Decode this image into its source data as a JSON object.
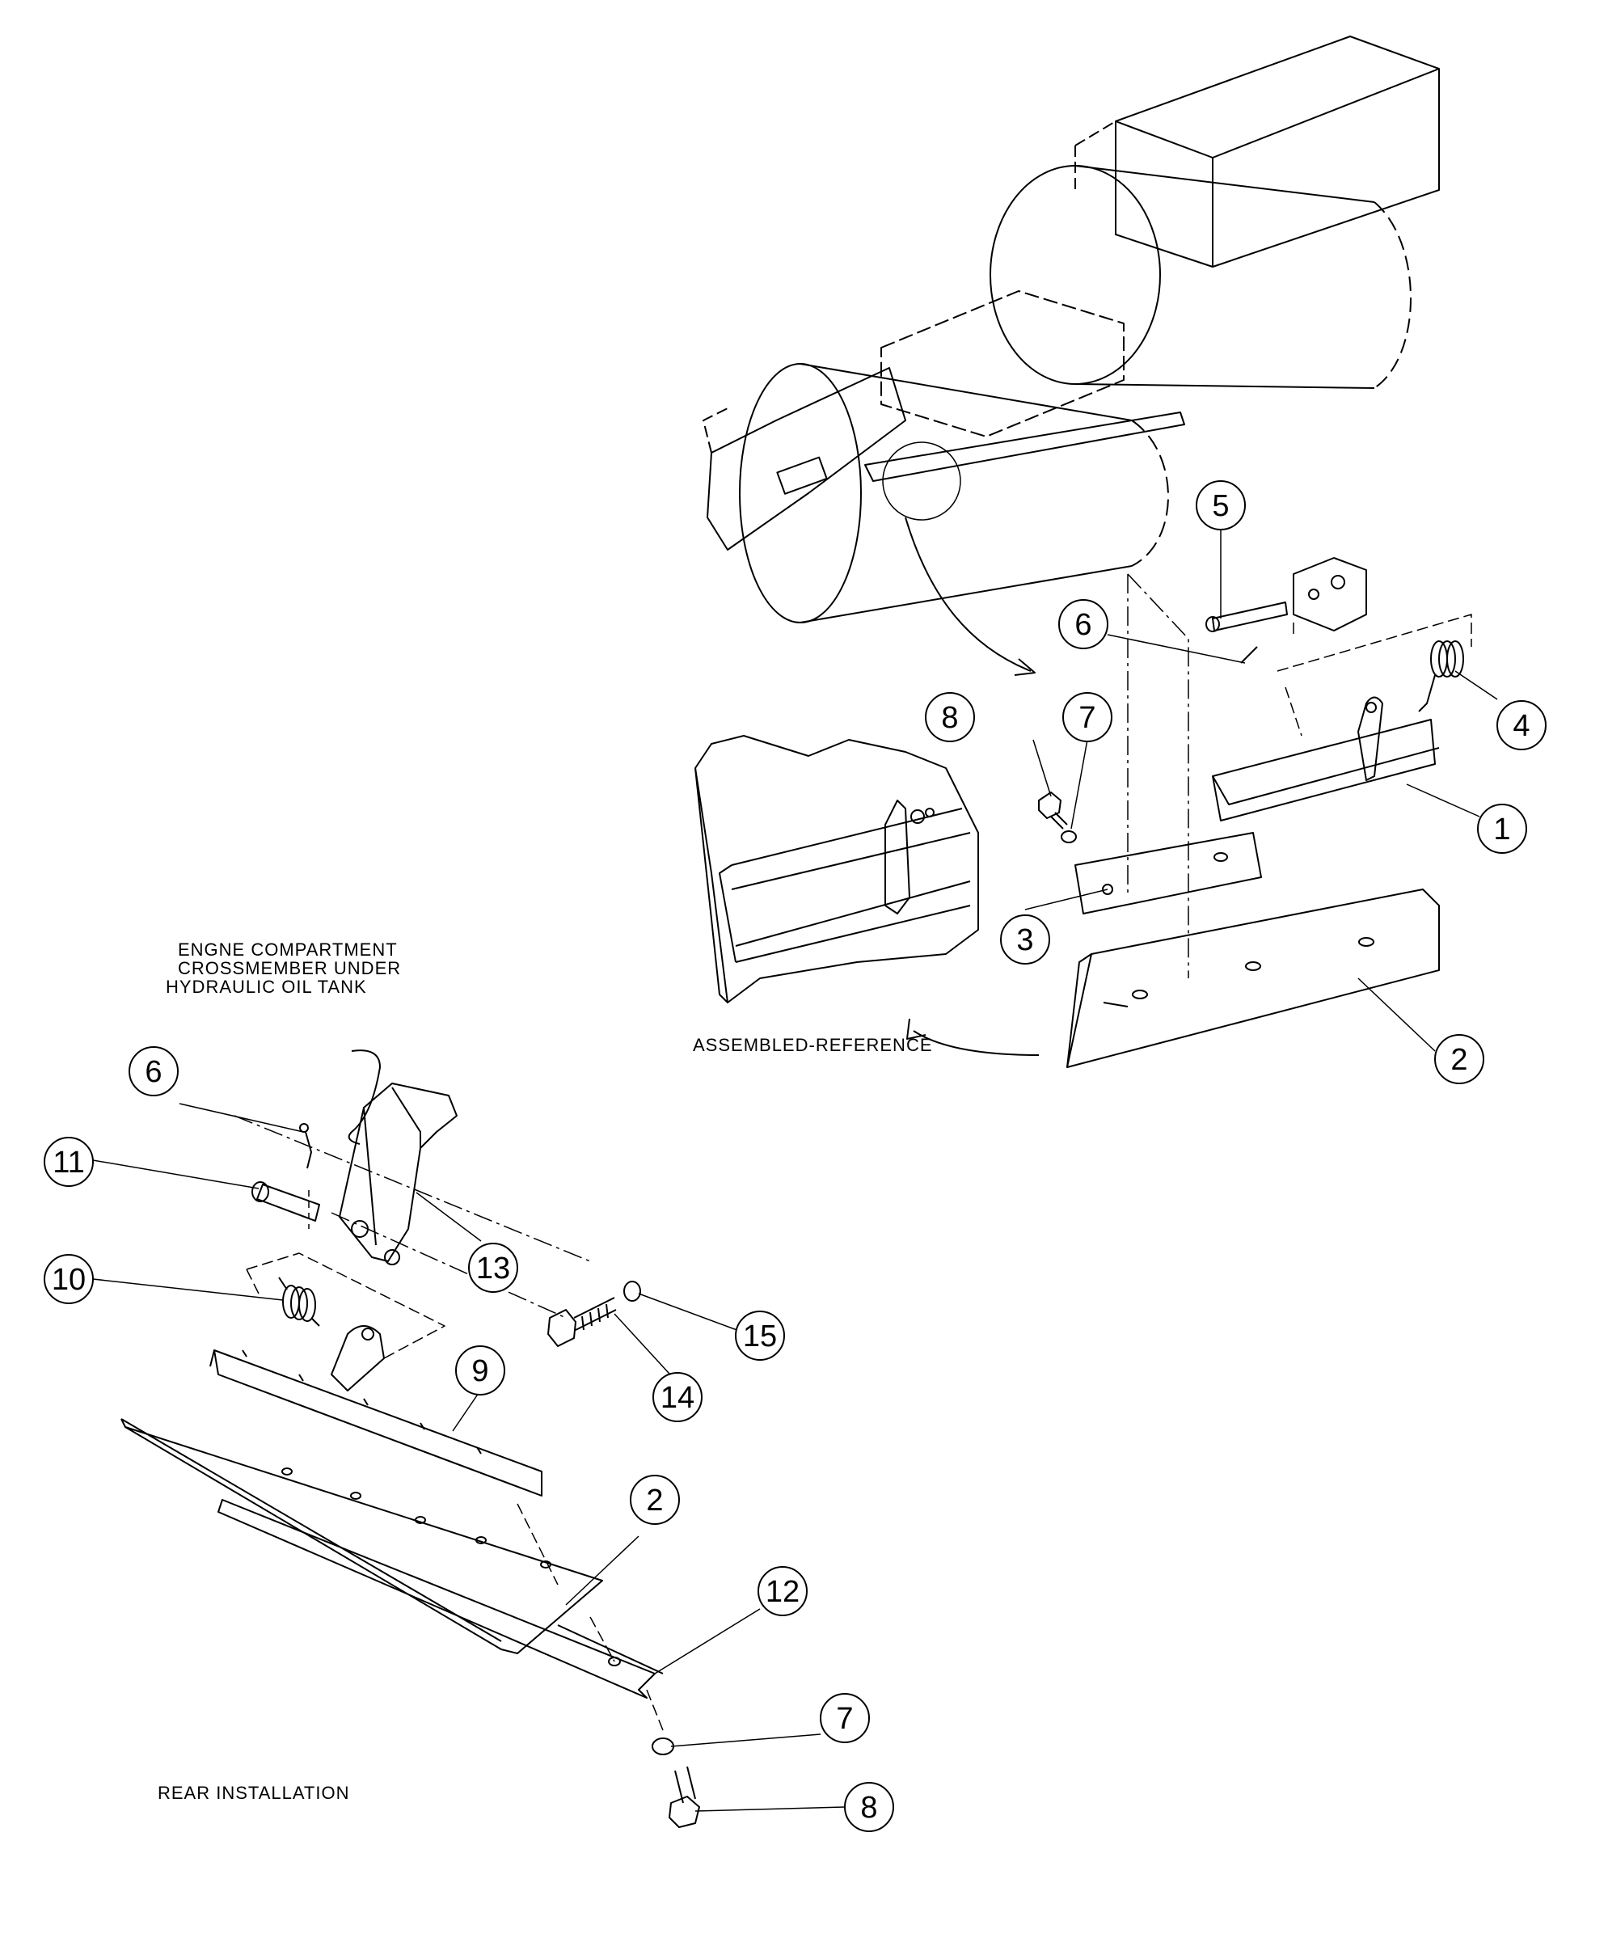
{
  "labels": {
    "assembled_reference": "ASSEMBLED-REFERENCE",
    "engine_note_line1": "ENGNE COMPARTMENT",
    "engine_note_line2": "CROSSMEMBER UNDER",
    "engine_note_line3": "HYDRAULIC OIL TANK",
    "rear_installation": "REAR INSTALLATION"
  },
  "callouts": {
    "front": [
      "5",
      "6",
      "8",
      "7",
      "4",
      "1",
      "3",
      "2"
    ],
    "rear": [
      "6",
      "11",
      "10",
      "13",
      "15",
      "14",
      "9",
      "2",
      "12",
      "7",
      "8"
    ]
  }
}
